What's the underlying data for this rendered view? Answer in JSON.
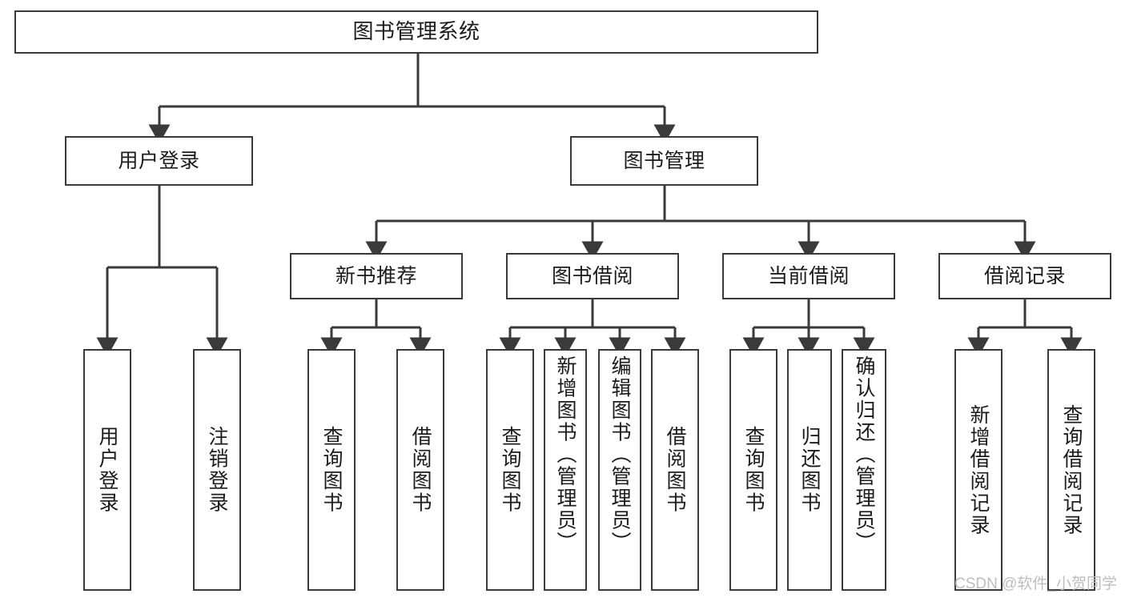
{
  "diagram": {
    "title": "图书管理系统",
    "type": "tree-hierarchy-diagram",
    "colors": {
      "box_border": "#3a3a3a",
      "box_fill": "#ffffff",
      "connector": "#3a3a3a",
      "text": "#1b1b1b",
      "watermark": "#bdbdbd",
      "background": "#ffffff"
    },
    "root": {
      "label": "图书管理系统"
    },
    "level2": [
      {
        "label": "用户登录"
      },
      {
        "label": "图书管理"
      }
    ],
    "level3": [
      {
        "label": "新书推荐"
      },
      {
        "label": "图书借阅"
      },
      {
        "label": "当前借阅"
      },
      {
        "label": "借阅记录"
      }
    ],
    "leaves": {
      "user_login": [
        {
          "label": "用户登录"
        },
        {
          "label": "注销登录"
        }
      ],
      "new_book": [
        {
          "label": "查询图书"
        },
        {
          "label": "借阅图书"
        }
      ],
      "book_borrow": [
        {
          "label": "查询图书"
        },
        {
          "label": "新增图书（管理员）"
        },
        {
          "label": "编辑图书（管理员）"
        },
        {
          "label": "借阅图书"
        }
      ],
      "current_borrow": [
        {
          "label": "查询图书"
        },
        {
          "label": "归还图书"
        },
        {
          "label": "确认归还（管理员）"
        }
      ],
      "borrow_record": [
        {
          "label": "新增借阅记录"
        },
        {
          "label": "查询借阅记录"
        }
      ]
    },
    "watermark": "CSDN @软件_小贺同学"
  }
}
